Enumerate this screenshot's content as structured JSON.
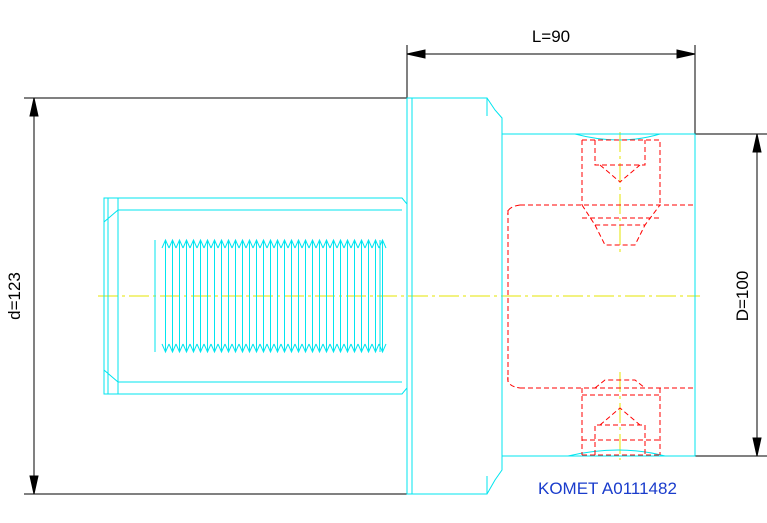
{
  "dimensions": {
    "length": "L=90",
    "outer_diameter": "d=123",
    "inner_diameter": "D=100"
  },
  "part_number": "KOMET A0111482",
  "colors": {
    "background": "#ffffff",
    "outline": "#00e5ef",
    "hidden_red": "#ff0000",
    "centerline": "#e6e600",
    "dimension": "#000000",
    "part_number": "#1a3ccc"
  }
}
